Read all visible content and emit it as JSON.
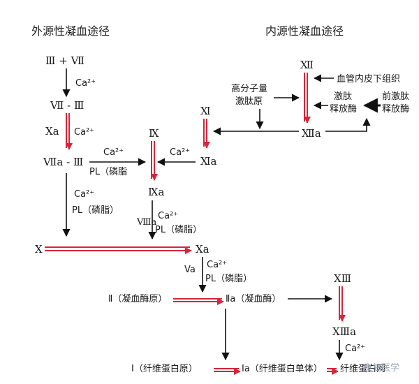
{
  "titles": {
    "extrinsic": "外源性凝血途径",
    "intrinsic": "内源性凝血途径"
  },
  "nodes": {
    "iii_vii": "Ⅲ + Ⅶ",
    "vii_iii": "Ⅶ - Ⅲ",
    "xa_left": "Ⅹa",
    "viia_iii": "Ⅶa - Ⅲ",
    "ix": "Ⅸ",
    "ixa": "Ⅸa",
    "viiia": "Ⅷa",
    "xi": "Ⅺ",
    "xia": "Ⅺa",
    "xii": "Ⅻ",
    "xiia": "Ⅻa",
    "x": "Ⅹ",
    "xa": "Ⅹa",
    "va": "Va",
    "prothrombin": "Ⅱ（凝血酶原）",
    "thrombin": "Ⅱa（凝血酶）",
    "xiii": "ⅩⅢ",
    "xiiia": "ⅩⅢa",
    "fibrinogen": "Ⅰ（纤维蛋白原）",
    "fibrin_monomer": "Ⅰa（纤维蛋白单体）",
    "fibrin_polymer": "纤维蛋白网"
  },
  "labels": {
    "ca1": "Ca²⁺",
    "ca2": "Ca²⁺",
    "ca3": "Ca²⁺",
    "ca4": "Ca²⁺",
    "ca5": "Ca²⁺",
    "ca6": "Ca²⁺",
    "ca7": "Ca²⁺",
    "ca8": "Ca²⁺",
    "pl1": "PL（磷脂",
    "pl2": "PL（磷脂）",
    "pl3": "PL（磷脂）",
    "pl4": "PL（磷脂）",
    "hmwk_line1": "高分子量",
    "hmwk_line2": "激肽原",
    "subendo": "血管内皮下组织",
    "kallikrein_line1": "激肽",
    "kallikrein_line2": "释放酶",
    "prekallikrein_line1": "前激肽",
    "prekallikrein_line2": "释放酶"
  },
  "watermark": "康复医学",
  "colors": {
    "red_arrow": "#d6263a",
    "black_arrow": "#111111"
  }
}
